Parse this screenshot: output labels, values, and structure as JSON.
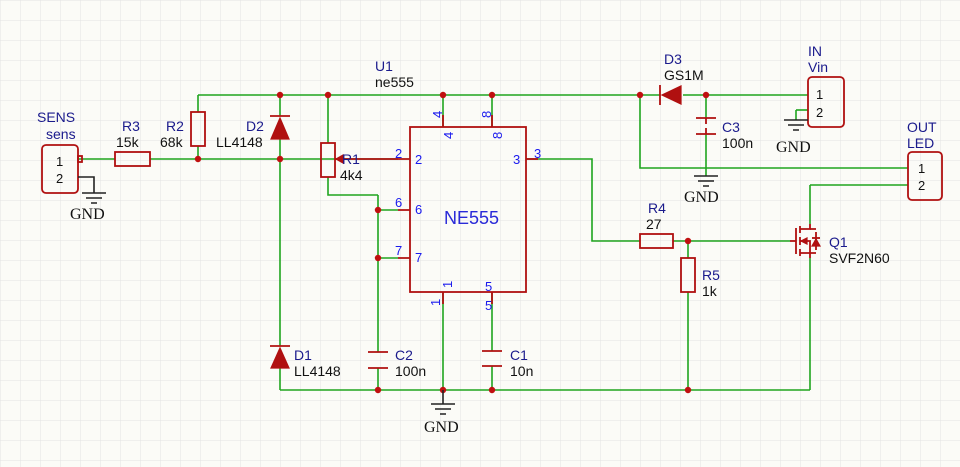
{
  "grid": {
    "color": "#e3e3e3"
  },
  "colors": {
    "wire": "#1fa51f",
    "part": "#b01010",
    "label": "#1a1a8c",
    "pin": "#1a1aee"
  },
  "labels": {
    "sens_ref": "SENS",
    "sens_val": "sens",
    "in_ref": "IN",
    "in_val": "Vin",
    "out_ref": "OUT",
    "out_val": "LED",
    "u1_ref": "U1",
    "u1_val": "ne555",
    "chip_name": "NE555",
    "r1_ref": "R1",
    "r1_val": "4k4",
    "r2_ref": "R2",
    "r2_val": "68k",
    "r3_ref": "R3",
    "r3_val": "15k",
    "r4_ref": "R4",
    "r4_val": "27",
    "r5_ref": "R5",
    "r5_val": "1k",
    "d1_ref": "D1",
    "d1_val": "LL4148",
    "d2_ref": "D2",
    "d2_val": "LL4148",
    "d3_ref": "D3",
    "d3_val": "GS1M",
    "c1_ref": "C1",
    "c1_val": "10n",
    "c2_ref": "C2",
    "c2_val": "100n",
    "c3_ref": "C3",
    "c3_val": "100n",
    "q1_ref": "Q1",
    "q1_val": "SVF2N60",
    "gnd": "GND",
    "pin1": "1",
    "pin2": "2",
    "pin3": "3",
    "pin4": "4",
    "pin5": "5",
    "pin6": "6",
    "pin7": "7",
    "pin8": "8"
  }
}
